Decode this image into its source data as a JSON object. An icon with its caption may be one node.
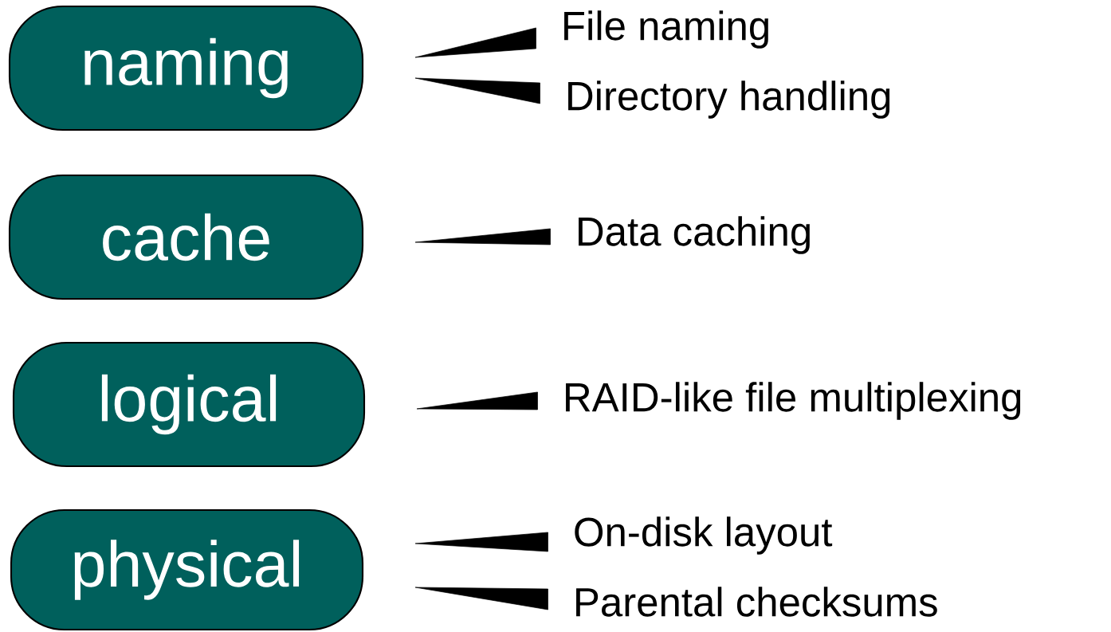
{
  "diagram": {
    "nodes": [
      {
        "text": [
          "naming"
        ]
      },
      {
        "text": [
          "cache"
        ]
      },
      {
        "text": [
          "logical"
        ]
      },
      {
        "text": [
          "physical"
        ]
      },
      {
        "text": [
          "File naming"
        ]
      },
      {
        "text": [
          "Directory handling"
        ]
      },
      {
        "text": [
          "Data caching"
        ]
      },
      {
        "text": [
          "RAID-like file multiplexing"
        ]
      },
      {
        "text": [
          "On-disk layout"
        ]
      },
      {
        "text": [
          "Parental checksums"
        ]
      }
    ],
    "edges": [
      {
        "from": 0,
        "to": 4,
        "arrow": "none"
      },
      {
        "from": 0,
        "to": 5,
        "arrow": "none"
      },
      {
        "from": 1,
        "to": 6,
        "arrow": "none"
      },
      {
        "from": 2,
        "to": 7,
        "arrow": "none"
      },
      {
        "from": 3,
        "to": 8,
        "arrow": "none"
      },
      {
        "from": 3,
        "to": 9,
        "arrow": "none"
      }
    ]
  }
}
